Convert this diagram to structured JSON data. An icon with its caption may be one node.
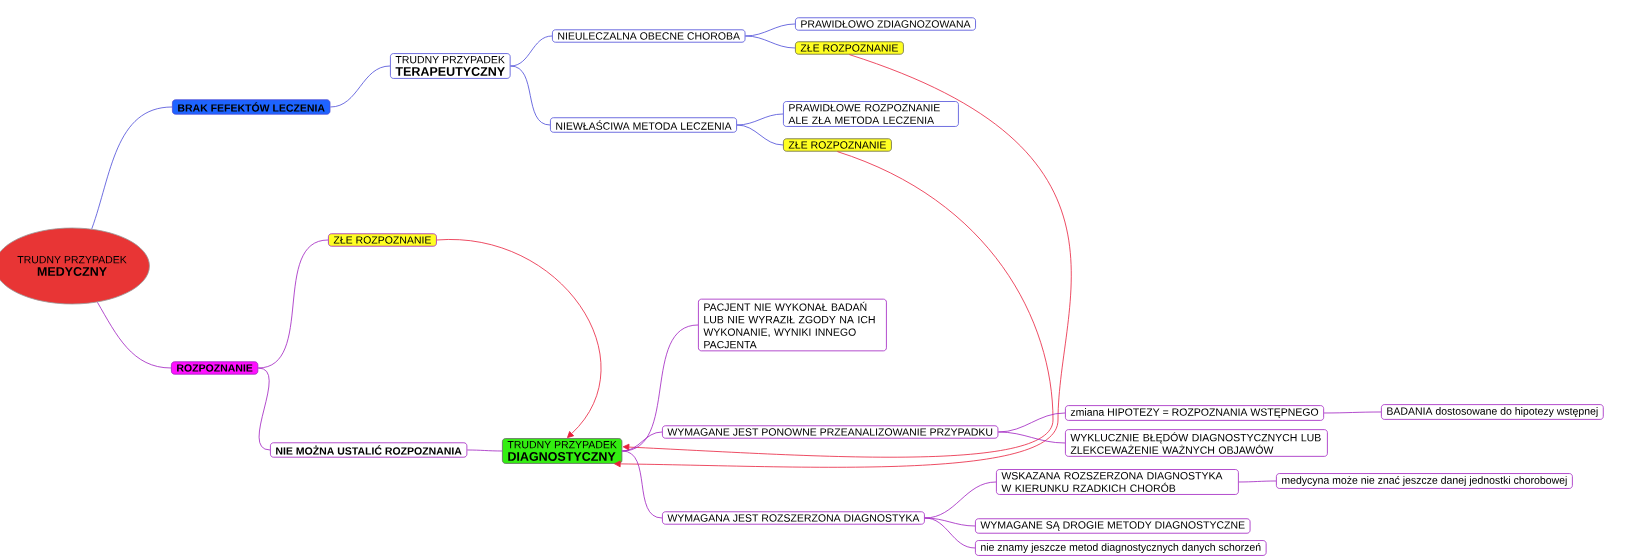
{
  "diagram": {
    "nodes": [
      {
        "text": [
          "TRUDNY PRZYPADEK",
          "MEDYCZNY"
        ]
      },
      {
        "text": [
          "BRAK FEFEKTÓW LECZENIA"
        ]
      },
      {
        "text": [
          "TRUDNY PRZYPADEK",
          "TERAPEUTYCZNY"
        ]
      },
      {
        "text": [
          "NIEULECZALNA OBECNE CHOROBA"
        ]
      },
      {
        "text": [
          "PRAWIDŁOWO ZDIAGNOZOWANA"
        ]
      },
      {
        "text": [
          "ZŁE ROZPOZNANIE"
        ]
      },
      {
        "text": [
          "NIEWŁAŚCIWA METODA LECZENIA"
        ]
      },
      {
        "text": [
          "PRAWIDŁOWE ROZPOZNANIE ALE ZŁA METODA LECZENIA"
        ]
      },
      {
        "text": [
          "ZŁE ROZPOZNANIE"
        ]
      },
      {
        "text": [
          "ROZPOZNANIE"
        ]
      },
      {
        "text": [
          "ZŁE ROZPOZNANIE"
        ]
      },
      {
        "text": [
          "NIE MOŻNA USTALIĆ ROZPOZNANIA"
        ]
      },
      {
        "text": [
          "TRUDNY PRZYPADEK",
          "DIAGNOSTYCZNY"
        ]
      },
      {
        "text": [
          "PACJENT NIE WYKONAŁ BADAŃ LUB NIE WYRAZIŁ ZGODY NA ICH WYKONANIE, WYNIKI INNEGO PACJENTA"
        ]
      },
      {
        "text": [
          "WYMAGANE JEST PONOWNE PRZEANALIZOWANIE PRZYPADKU"
        ]
      },
      {
        "text": [
          "zmiana HIPOTEZY = ROZPOZNANIA WSTĘPNEGO"
        ]
      },
      {
        "text": [
          "BADANIA dostosowane do hipotezy wstępnej"
        ]
      },
      {
        "text": [
          "WYKLUCZNIE BŁĘDÓW DIAGNOSTYCZNYCH LUB ZLEKCEWAŻENIE WAŻNYCH OBJAWÓW"
        ]
      },
      {
        "text": [
          "WSKAZANA ROZSZERZONA DIAGNOSTYKA W KIERUNKU RZADKICH CHORÓB"
        ]
      },
      {
        "text": [
          "medycyna może nie znać jeszcze danej jednostki chorobowej"
        ]
      },
      {
        "text": [
          "WYMAGANA JEST ROZSZERZONA DIAGNOSTYKA"
        ]
      },
      {
        "text": [
          "WYMAGANE SĄ DROGIE METODY DIAGNOSTYCZNE"
        ]
      },
      {
        "text": [
          "nie znamy jeszcze metod diagnostycznych danych schorzeń"
        ]
      }
    ],
    "edges": [
      {
        "from": 0,
        "to": 1,
        "arrow": "none",
        "color": "#4a4ad8"
      },
      {
        "from": 1,
        "to": 2,
        "arrow": "none",
        "color": "#4a4ad8"
      },
      {
        "from": 2,
        "to": 3,
        "arrow": "none",
        "color": "#4a4ad8"
      },
      {
        "from": 3,
        "to": 4,
        "arrow": "none",
        "color": "#4a4ad8"
      },
      {
        "from": 3,
        "to": 5,
        "arrow": "none",
        "color": "#4a4ad8"
      },
      {
        "from": 2,
        "to": 6,
        "arrow": "none",
        "color": "#4a4ad8"
      },
      {
        "from": 6,
        "to": 7,
        "arrow": "none",
        "color": "#4a4ad8"
      },
      {
        "from": 6,
        "to": 8,
        "arrow": "none",
        "color": "#4a4ad8"
      },
      {
        "from": 5,
        "to": 12,
        "arrow": "to",
        "color": "#e8203c"
      },
      {
        "from": 8,
        "to": 12,
        "arrow": "to",
        "color": "#e8203c"
      },
      {
        "from": 0,
        "to": 9,
        "arrow": "none"
      },
      {
        "from": 9,
        "to": 10,
        "arrow": "none"
      },
      {
        "from": 9,
        "to": 11,
        "arrow": "none"
      },
      {
        "from": 10,
        "to": 12,
        "arrow": "to",
        "color": "#e8203c"
      },
      {
        "from": 11,
        "to": 12,
        "arrow": "none"
      },
      {
        "from": 12,
        "to": 13,
        "arrow": "none"
      },
      {
        "from": 12,
        "to": 14,
        "arrow": "none"
      },
      {
        "from": 14,
        "to": 15,
        "arrow": "none"
      },
      {
        "from": 15,
        "to": 16,
        "arrow": "none"
      },
      {
        "from": 14,
        "to": 17,
        "arrow": "none"
      },
      {
        "from": 12,
        "to": 20,
        "arrow": "none"
      },
      {
        "from": 20,
        "to": 18,
        "arrow": "none"
      },
      {
        "from": 18,
        "to": 19,
        "arrow": "none"
      },
      {
        "from": 20,
        "to": 21,
        "arrow": "none"
      },
      {
        "from": 20,
        "to": 22,
        "arrow": "none"
      }
    ]
  }
}
